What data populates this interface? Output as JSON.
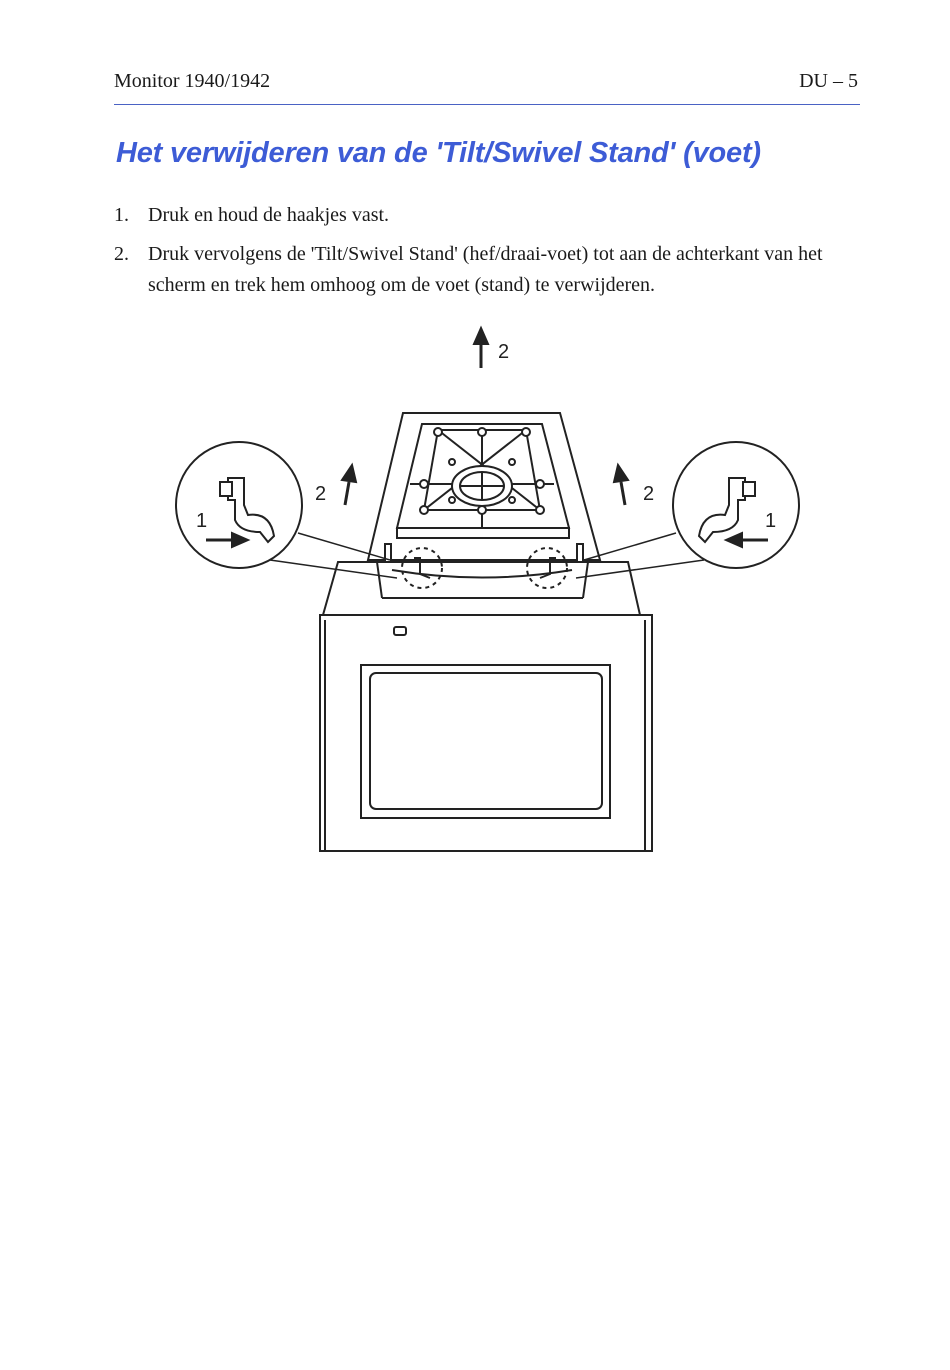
{
  "header": {
    "left": "Monitor 1940/1942",
    "right": "DU – 5"
  },
  "title": "Het verwijderen van de 'Tilt/Swivel Stand' (voet)",
  "steps": [
    {
      "number": "1.",
      "text": "Druk en houd de haakjes vast."
    },
    {
      "number": "2.",
      "text": "Druk vervolgens de 'Tilt/Swivel Stand' (hef/draai-voet) tot aan de achterkant van het scherm en trek hem omhoog om de voet (stand) te verwijderen."
    }
  ],
  "figure": {
    "label_top": "2",
    "label_left_arrow": "2",
    "label_right_arrow": "2",
    "label_left_circle": "1",
    "label_right_circle": "1",
    "icons": [
      "up-arrow-icon",
      "right-arrow-icon",
      "left-arrow-icon"
    ]
  }
}
